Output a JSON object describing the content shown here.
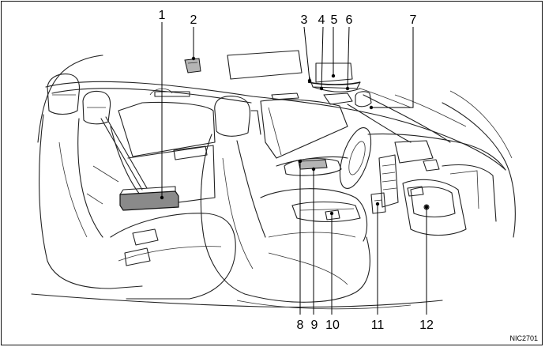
{
  "callouts": {
    "c1": "1",
    "c2": "2",
    "c3": "3",
    "c4": "4",
    "c5": "5",
    "c6": "6",
    "c7": "7",
    "c8": "8",
    "c9": "9",
    "c10": "10",
    "c11": "11",
    "c12": "12"
  },
  "figure_code": "NIC2701"
}
